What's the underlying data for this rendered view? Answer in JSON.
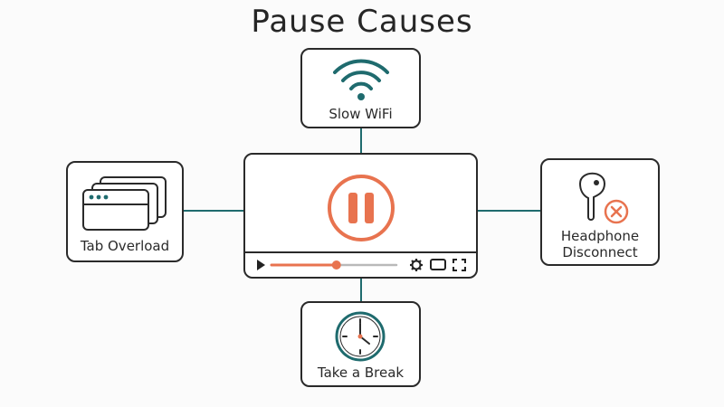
{
  "title": "Pause Causes",
  "colors": {
    "accent": "#e8734f",
    "teal": "#1f6b6e",
    "ink": "#2a2a2a",
    "muted": "#b9b9b9"
  },
  "center": {
    "icon": "pause-button-icon",
    "progress": 0.52,
    "controls": [
      "play-icon",
      "gear-icon",
      "screen-icon",
      "fullscreen-icon"
    ]
  },
  "causes": {
    "top": {
      "label": "Slow WiFi",
      "icon": "wifi-icon"
    },
    "left": {
      "label": "Tab Overload",
      "icon": "browser-tabs-icon"
    },
    "right": {
      "label_line1": "Headphone",
      "label_line2": "Disconnect",
      "icon": "earbud-disconnect-icon"
    },
    "bottom": {
      "label": "Take a Break",
      "icon": "clock-icon"
    }
  }
}
